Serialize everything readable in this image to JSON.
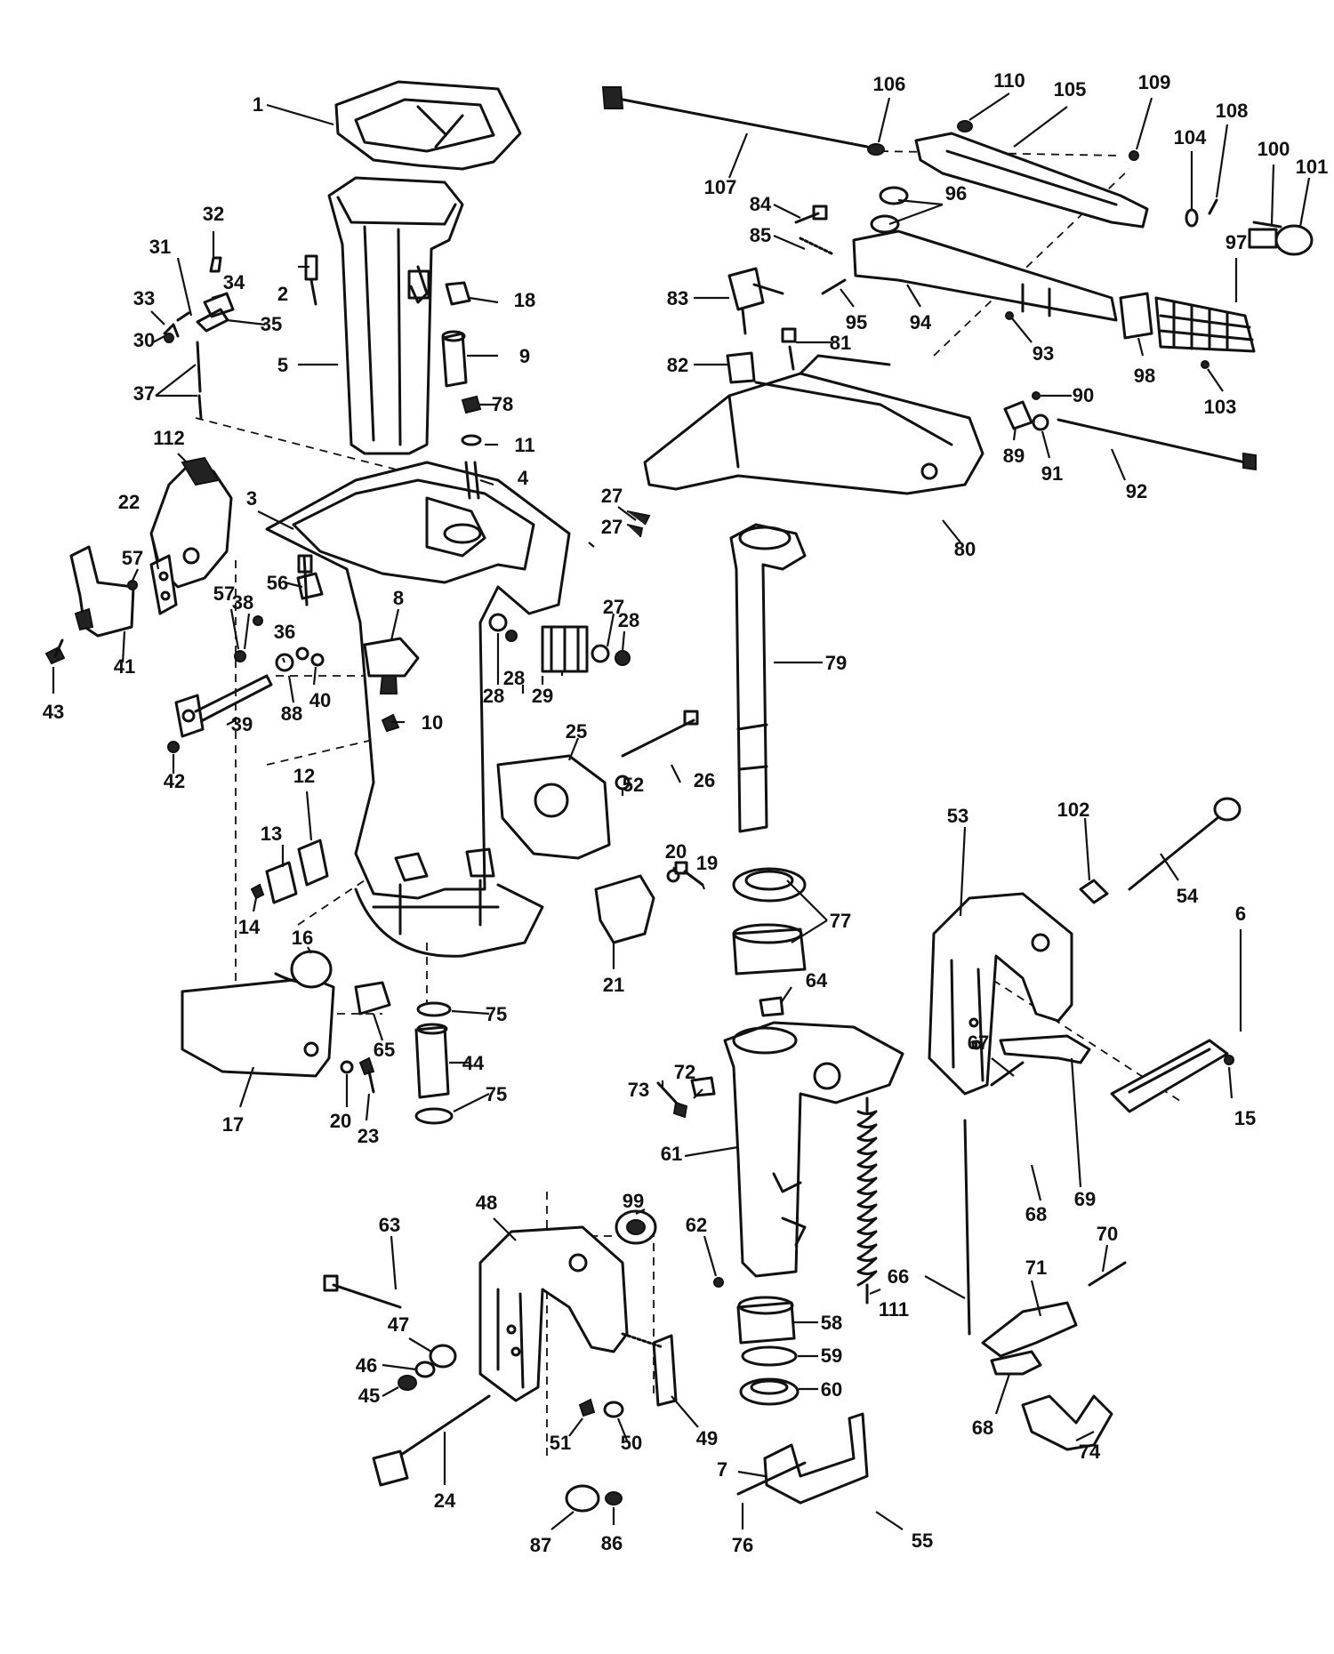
{
  "labels": [
    {
      "id": "1"
    },
    {
      "id": "2"
    },
    {
      "id": "3"
    },
    {
      "id": "4"
    },
    {
      "id": "5"
    },
    {
      "id": "6"
    },
    {
      "id": "7"
    },
    {
      "id": "8"
    },
    {
      "id": "9"
    },
    {
      "id": "10"
    },
    {
      "id": "11"
    },
    {
      "id": "12"
    },
    {
      "id": "13"
    },
    {
      "id": "14"
    },
    {
      "id": "15"
    },
    {
      "id": "16"
    },
    {
      "id": "17"
    },
    {
      "id": "18"
    },
    {
      "id": "19"
    },
    {
      "id": "20"
    },
    {
      "id": "20"
    },
    {
      "id": "21"
    },
    {
      "id": "22"
    },
    {
      "id": "23"
    },
    {
      "id": "24"
    },
    {
      "id": "25"
    },
    {
      "id": "26"
    },
    {
      "id": "27"
    },
    {
      "id": "27"
    },
    {
      "id": "27"
    },
    {
      "id": "28"
    },
    {
      "id": "28"
    },
    {
      "id": "28"
    },
    {
      "id": "29"
    },
    {
      "id": "30"
    },
    {
      "id": "31"
    },
    {
      "id": "32"
    },
    {
      "id": "33"
    },
    {
      "id": "34"
    },
    {
      "id": "35"
    },
    {
      "id": "36"
    },
    {
      "id": "37"
    },
    {
      "id": "38"
    },
    {
      "id": "39"
    },
    {
      "id": "40"
    },
    {
      "id": "41"
    },
    {
      "id": "42"
    },
    {
      "id": "43"
    },
    {
      "id": "44"
    },
    {
      "id": "45"
    },
    {
      "id": "46"
    },
    {
      "id": "47"
    },
    {
      "id": "48"
    },
    {
      "id": "49"
    },
    {
      "id": "50"
    },
    {
      "id": "51"
    },
    {
      "id": "52"
    },
    {
      "id": "53"
    },
    {
      "id": "54"
    },
    {
      "id": "55"
    },
    {
      "id": "56"
    },
    {
      "id": "57"
    },
    {
      "id": "57"
    },
    {
      "id": "58"
    },
    {
      "id": "59"
    },
    {
      "id": "60"
    },
    {
      "id": "61"
    },
    {
      "id": "62"
    },
    {
      "id": "63"
    },
    {
      "id": "64"
    },
    {
      "id": "65"
    },
    {
      "id": "66"
    },
    {
      "id": "67"
    },
    {
      "id": "68"
    },
    {
      "id": "68"
    },
    {
      "id": "69"
    },
    {
      "id": "70"
    },
    {
      "id": "71"
    },
    {
      "id": "72"
    },
    {
      "id": "73"
    },
    {
      "id": "74"
    },
    {
      "id": "75"
    },
    {
      "id": "75"
    },
    {
      "id": "76"
    },
    {
      "id": "77"
    },
    {
      "id": "78"
    },
    {
      "id": "79"
    },
    {
      "id": "80"
    },
    {
      "id": "81"
    },
    {
      "id": "82"
    },
    {
      "id": "83"
    },
    {
      "id": "84"
    },
    {
      "id": "85"
    },
    {
      "id": "86"
    },
    {
      "id": "87"
    },
    {
      "id": "88"
    },
    {
      "id": "89"
    },
    {
      "id": "90"
    },
    {
      "id": "91"
    },
    {
      "id": "92"
    },
    {
      "id": "93"
    },
    {
      "id": "94"
    },
    {
      "id": "95"
    },
    {
      "id": "96"
    },
    {
      "id": "97"
    },
    {
      "id": "98"
    },
    {
      "id": "99"
    },
    {
      "id": "100"
    },
    {
      "id": "101"
    },
    {
      "id": "102"
    },
    {
      "id": "103"
    },
    {
      "id": "104"
    },
    {
      "id": "105"
    },
    {
      "id": "106"
    },
    {
      "id": "107"
    },
    {
      "id": "108"
    },
    {
      "id": "109"
    },
    {
      "id": "110"
    },
    {
      "id": "111"
    },
    {
      "id": "112"
    }
  ]
}
